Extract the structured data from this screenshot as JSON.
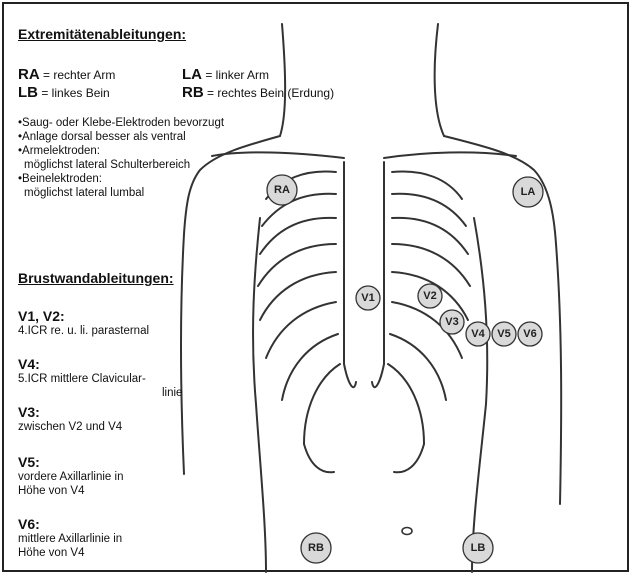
{
  "limb_section": {
    "heading": "Extremitätenableitungen:",
    "legend": [
      {
        "code": "RA",
        "desc": "= rechter Arm"
      },
      {
        "code": "LA",
        "desc": "= linker Arm"
      },
      {
        "code": "LB",
        "desc": "= linkes Bein"
      },
      {
        "code": "RB",
        "desc": "= rechtes Bein (Erdung)"
      }
    ],
    "notes": [
      "•Saug- oder Klebe-Elektroden bevorzugt",
      "•Anlage dorsal besser als ventral",
      "•Armelektroden:",
      "möglichst lateral Schulterbereich",
      "•Beinelektroden:",
      "möglichst lateral lumbal"
    ]
  },
  "chest_section": {
    "heading": "Brustwandableitungen:",
    "items": [
      {
        "title": "V1, V2:",
        "lines": [
          "4.ICR re. u. li. parasternal"
        ]
      },
      {
        "title": "V4:",
        "lines": [
          "5.ICR mittlere Clavicular-",
          "linie"
        ]
      },
      {
        "title": "V3:",
        "lines": [
          "zwischen V2 und V4"
        ]
      },
      {
        "title": "V5:",
        "lines": [
          "vordere Axillarlinie in",
          "Höhe von V4"
        ]
      },
      {
        "title": "V6:",
        "lines": [
          "mittlere Axillarlinie in",
          "Höhe von V4"
        ]
      }
    ]
  },
  "electrodes": [
    "RA",
    "LA",
    "V1",
    "V2",
    "V3",
    "V4",
    "V5",
    "V6",
    "RB",
    "LB"
  ]
}
